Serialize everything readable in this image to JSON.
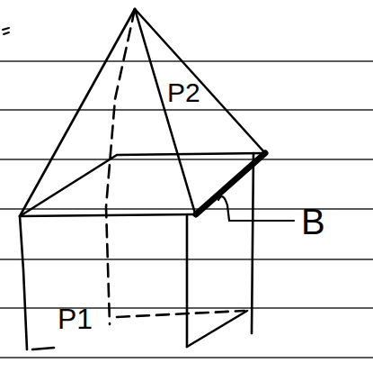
{
  "diagram": {
    "labels": [
      "P2",
      "P1",
      "B"
    ]
  }
}
